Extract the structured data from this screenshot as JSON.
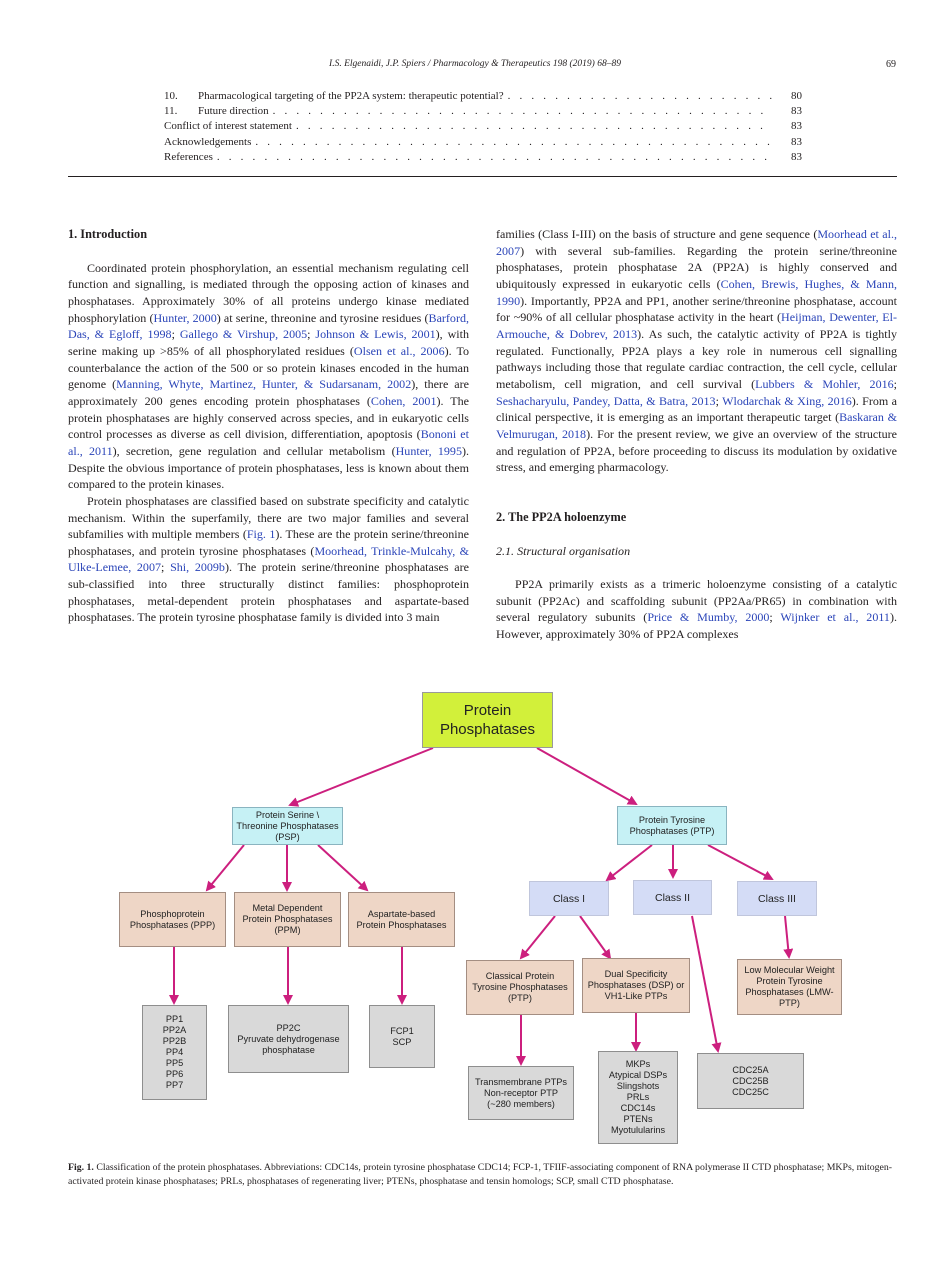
{
  "header": {
    "running_head": "I.S. Elgenaidi, J.P. Spiers / Pharmacology & Therapeutics 198 (2019) 68–89",
    "page_number": "69"
  },
  "toc": [
    {
      "num": "10.",
      "title": "Pharmacological targeting of the PP2A system: therapeutic potential?",
      "page": "80"
    },
    {
      "num": "11.",
      "title": "Future direction",
      "page": "83"
    },
    {
      "num": "",
      "title": "Conflict of interest statement",
      "page": "83"
    },
    {
      "num": "",
      "title": "Acknowledgements",
      "page": "83"
    },
    {
      "num": "",
      "title": "References",
      "page": "83"
    }
  ],
  "intro": {
    "heading": "1. Introduction",
    "p1": [
      "Coordinated protein phosphorylation, an essential mechanism regulating cell function and signalling, is mediated through the opposing action of kinases and phosphatases. Approximately 30% of all proteins undergo kinase mediated phosphorylation (",
      {
        "ref": "Hunter, 2000"
      },
      ") at serine, threonine and tyrosine residues (",
      {
        "ref": "Barford, Das, & Egloff, 1998"
      },
      "; ",
      {
        "ref": "Gallego & Virshup, 2005"
      },
      "; ",
      {
        "ref": "Johnson & Lewis, 2001"
      },
      "), with serine making up >85% of all phosphorylated residues (",
      {
        "ref": "Olsen et al., 2006"
      },
      "). To counterbalance the action of the 500 or so protein kinases encoded in the human genome (",
      {
        "ref": "Manning, Whyte, Martinez, Hunter, & Sudarsanam, 2002"
      },
      "), there are approximately 200 genes encoding protein phosphatases (",
      {
        "ref": "Cohen, 2001"
      },
      "). The protein phosphatases are highly conserved across species, and in eukaryotic cells control processes as diverse as cell division, differentiation, apoptosis (",
      {
        "ref": "Bononi et al., 2011"
      },
      "), secretion, gene regulation and cellular metabolism (",
      {
        "ref": "Hunter, 1995"
      },
      "). Despite the obvious importance of protein phosphatases, less is known about them compared to the protein kinases."
    ],
    "p2": [
      "Protein phosphatases are classified based on substrate specificity and catalytic mechanism. Within the superfamily, there are two major families and several subfamilies with multiple members (",
      {
        "ref": "Fig. 1"
      },
      "). These are the protein serine/threonine phosphatases, and protein tyrosine phosphatases (",
      {
        "ref": "Moorhead, Trinkle-Mulcahy, & Ulke-Lemee, 2007"
      },
      "; ",
      {
        "ref": "Shi, 2009b"
      },
      "). The protein serine/threonine phosphatases are sub-classified into three structurally distinct families: phosphoprotein phosphatases, metal-dependent protein phosphatases and aspartate-based phosphatases. The protein tyrosine phosphatase family is divided into 3 main"
    ],
    "p3": [
      "families (Class I-III) on the basis of structure and gene sequence (",
      {
        "ref": "Moorhead et al., 2007"
      },
      ") with several sub-families. Regarding the protein serine/threonine phosphatases, protein phosphatase 2A (PP2A) is highly conserved and ubiquitously expressed in eukaryotic cells (",
      {
        "ref": "Cohen, Brewis, Hughes, & Mann, 1990"
      },
      "). Importantly, PP2A and PP1, another serine/threonine phosphatase, account for ~90% of all cellular phosphatase activity in the heart (",
      {
        "ref": "Heijman, Dewenter, El-Armouche, & Dobrev, 2013"
      },
      "). As such, the catalytic activity of PP2A is tightly regulated. Functionally, PP2A plays a key role in numerous cell signalling pathways including those that regulate cardiac contraction, the cell cycle, cellular metabolism, cell migration, and cell survival (",
      {
        "ref": "Lubbers & Mohler, 2016"
      },
      "; ",
      {
        "ref": "Seshacharyulu, Pandey, Datta, & Batra, 2013"
      },
      "; ",
      {
        "ref": "Wlodarchak & Xing, 2016"
      },
      "). From a clinical perspective, it is emerging as an important therapeutic target (",
      {
        "ref": "Baskaran & Velmurugan, 2018"
      },
      "). For the present review, we give an overview of the structure and regulation of PP2A, before proceeding to discuss its modulation by oxidative stress, and emerging pharmacology."
    ]
  },
  "section2": {
    "heading": "2. The PP2A holoenzyme",
    "subheading": "2.1. Structural organisation",
    "p1": [
      "PP2A primarily exists as a trimeric holoenzyme consisting of a catalytic subunit (PP2Ac) and scaffolding subunit (PP2Aa/PR65) in combination with several regulatory subunits (",
      {
        "ref": "Price & Mumby, 2000"
      },
      "; ",
      {
        "ref": "Wijnker et al., 2011"
      },
      "). However, approximately 30% of PP2A complexes"
    ]
  },
  "figure": {
    "root": "Protein\nPhosphatases",
    "psp": "Protein Serine \\\nThreonine Phosphatases\n(PSP)",
    "ptp": "Protein Tyrosine\nPhosphatases (PTP)",
    "ppp": "Phosphoprotein\nPhosphatases (PPP)",
    "ppm": "Metal Dependent\nProtein Phosphatases\n(PPM)",
    "asp": "Aspartate-based\nProtein Phosphatases",
    "class1": "Class I",
    "class2": "Class II",
    "class3": "Class III",
    "classical_ptp": "Classical Protein\nTyrosine Phosphatases\n(PTP)",
    "dsp": "Dual Specificity\nPhosphatases (DSP) or\nVH1-Like PTPs",
    "lmw": "Low Molecular Weight\nProtein Tyrosine\nPhosphatases (LMW-\nPTP)",
    "ppp_members": "PP1\nPP2A\nPP2B\nPP4\nPP5\nPP6\nPP7",
    "ppm_members": "PP2C\nPyruvate dehydrogenase\nphosphatase",
    "asp_members": "FCP1\nSCP",
    "ptp_members": "Transmembrane PTPs\nNon-receptor PTP\n(~280 members)",
    "dsp_members": "MKPs\nAtypical DSPs\nSlingshots\nPRLs\nCDC14s\nPTENs\nMyotulularins",
    "class2_members": "CDC25A\nCDC25B\nCDC25C",
    "colors": {
      "arrow": "#cc1f7e",
      "root": "#d2f03a",
      "cyan": "#c6f1f5",
      "class": "#d4dcf6",
      "tan": "#eed6c6",
      "gray": "#d9d9d9"
    }
  },
  "caption": {
    "label": "Fig. 1.",
    "text": "Classification of the protein phosphatases. Abbreviations: CDC14s, protein tyrosine phosphatase CDC14; FCP-1, TFIIF-associating component of RNA polymerase II CTD phosphatase; MKPs, mitogen-activated protein kinase phosphatases; PRLs, phosphatases of regenerating liver; PTENs, phosphatase and tensin homologs; SCP, small CTD phosphatase."
  }
}
